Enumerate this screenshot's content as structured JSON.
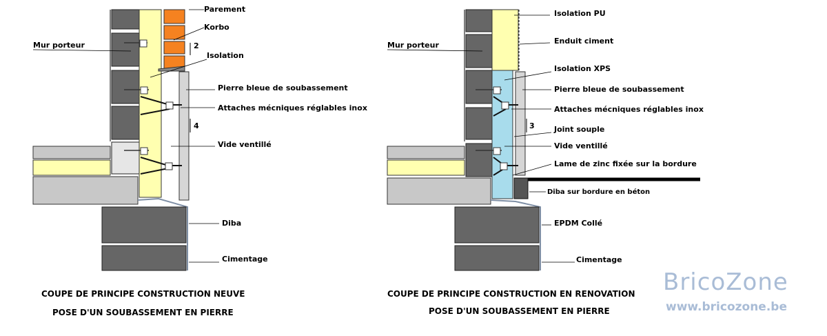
{
  "left": {
    "labels": {
      "parement": "Parement",
      "korbo": "Korbo",
      "mur_porteur": "Mur porteur",
      "isolation": "Isolation",
      "pierre_bleue": "Pierre bleue de soubassement",
      "attaches": "Attaches mécniques réglables inox",
      "vide_ventile": "Vide ventillé",
      "diba": "Diba",
      "cimentage": "Cimentage",
      "dim_top": "2",
      "dim_mid": "4"
    },
    "caption": {
      "line1": "COUPE DE PRINCIPE CONSTRUCTION NEUVE",
      "line2": "POSE D'UN SOUBASSEMENT EN PIERRE"
    }
  },
  "right": {
    "labels": {
      "isolation_pu": "Isolation PU",
      "mur_porteur": "Mur porteur",
      "enduit_ciment": "Enduit ciment",
      "isolation_xps": "Isolation XPS",
      "pierre_bleue": "Pierre bleue de soubassement",
      "attaches": "Attaches mécniques réglables inox",
      "joint_souple": "Joint souple",
      "vide_ventile": "Vide ventillé",
      "lame_zinc": "Lame de zinc fixée sur la bordure",
      "diba_bordure": "Diba sur bordure en béton",
      "epdm": "EPDM Collé",
      "cimentage": "Cimentage",
      "dim_mid": "3"
    },
    "caption": {
      "line1": "COUPE DE PRINCIPE CONSTRUCTION EN RENOVATION",
      "line2": "POSE D'UN SOUBASSEMENT EN PIERRE"
    }
  },
  "watermark": {
    "brand": "BricoZone",
    "url": "www.bricozone.be"
  },
  "colors": {
    "block": "#666666",
    "insulation_pu": "#ffffb0",
    "insulation_xps": "#a8dcec",
    "brick": "#f58220",
    "slab": "#c8c8c8",
    "watermark": "#a9bcd6"
  }
}
